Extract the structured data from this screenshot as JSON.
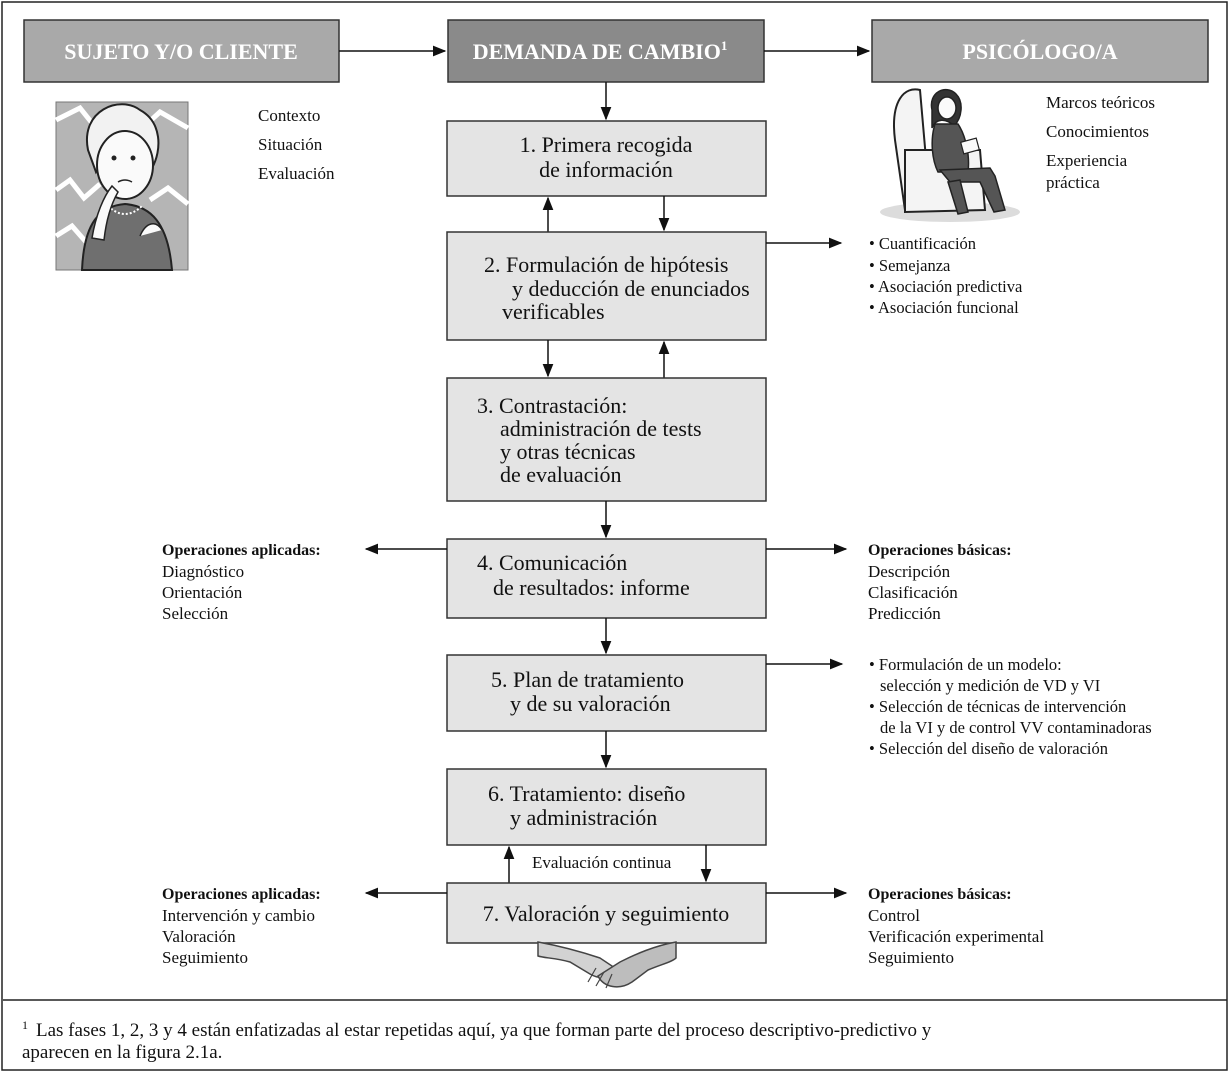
{
  "headers": {
    "subject": "SUJETO Y/O CLIENTE",
    "demand": "DEMANDA DE CAMBIO",
    "demand_sup": "1",
    "psych": "PSICÓLOGO/A"
  },
  "subject_context": [
    "Contexto",
    "Situación",
    "Evaluación"
  ],
  "psych_skills": [
    "Marcos teóricos",
    "Conocimientos",
    "Experiencia",
    "práctica"
  ],
  "steps": {
    "s1": [
      "1.  Primera recogida",
      "de información"
    ],
    "s2": [
      "2.  Formulación de hipótesis",
      "y deducción de enunciados",
      "verificables"
    ],
    "s3": [
      "3.  Contrastación:",
      "administración de tests",
      "y otras técnicas",
      "de evaluación"
    ],
    "s4": [
      "4.  Comunicación",
      "de resultados: informe"
    ],
    "s5": [
      "5.  Plan de tratamiento",
      "y de su valoración"
    ],
    "s6": [
      "6.  Tratamiento: diseño",
      "y administración"
    ],
    "s7": [
      "7.  Valoración y seguimiento"
    ]
  },
  "hypothesis_types": [
    "• Cuantificación",
    "• Semejanza",
    "• Asociación predictiva",
    "• Asociación funcional"
  ],
  "op_applied_1": {
    "title": "Operaciones aplicadas:",
    "items": [
      "Diagnóstico",
      "Orientación",
      "Selección"
    ]
  },
  "op_basic_1": {
    "title": "Operaciones básicas:",
    "items": [
      "Descripción",
      "Clasificación",
      "Predicción"
    ]
  },
  "plan_items": [
    "• Formulación de un modelo:",
    "selección y medición de VD y VI",
    "• Selección de técnicas de intervención",
    "de la VI y de control VV contaminadoras",
    "• Selección del diseño de valoración"
  ],
  "continuous_eval": "Evaluación continua",
  "op_applied_2": {
    "title": "Operaciones aplicadas:",
    "items": [
      "Intervención y cambio",
      "Valoración",
      "Seguimiento"
    ]
  },
  "op_basic_2": {
    "title": "Operaciones básicas:",
    "items": [
      "Control",
      "Verificación experimental",
      "Seguimiento"
    ]
  },
  "footnote": {
    "mark": "1",
    "line1": "Las fases 1, 2, 3 y 4 están enfatizadas al estar repetidas aquí, ya que forman parte del proceso descriptivo-predictivo y",
    "line2": "aparecen en la figura 2.1a."
  },
  "icons": [
    "woman-thinking-illustration",
    "psychologist-in-armchair-illustration",
    "handshake-illustration"
  ],
  "colors": {
    "header_gray": "#a9a9a9",
    "header_dark": "#8a8a8a",
    "box_fill": "#e4e4e4",
    "ink": "#111111"
  }
}
